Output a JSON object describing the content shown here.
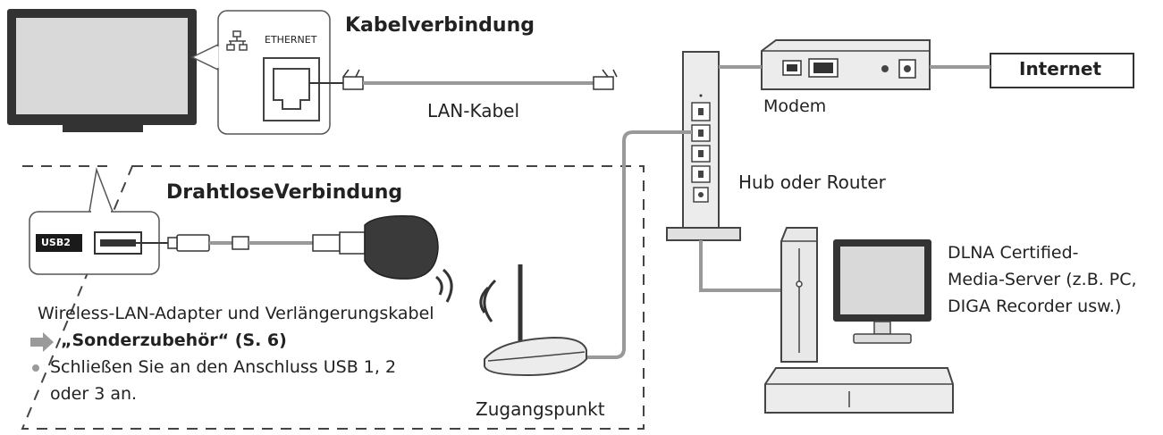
{
  "labels": {
    "ethernet": "ETHERNET",
    "kabelverbindung": "Kabelverbindung",
    "lan_kabel": "LAN-Kabel",
    "modem": "Modem",
    "internet": "Internet",
    "hub_router": "Hub oder Router",
    "drahtlose": "DrahtloseVerbindung",
    "usb2": "USB2",
    "dlna_line1": "DLNA Certified-",
    "dlna_line2": "Media-Server (z.B. PC,",
    "dlna_line3": "DIGA Recorder usw.)",
    "wireless_adapter": "Wireless-LAN-Adapter und Verlängerungskabel",
    "sonderzubehoer": "„Sonderzubehör“ (S. 6)",
    "anschluss_line1": "Schließen Sie an den Anschluss USB 1, 2",
    "anschluss_line2": "oder 3 an.",
    "zugangspunkt": "Zugangspunkt"
  },
  "icons": [
    "ethernet-icon",
    "arrow-right-icon",
    "wireless-signal-icon",
    "bullet-icon"
  ],
  "colors": {
    "line": "#333333",
    "cable": "#999999",
    "device_fill": "#e6e6e6",
    "screen": "#d9d9d9",
    "arrow": "#9a9a9a"
  }
}
